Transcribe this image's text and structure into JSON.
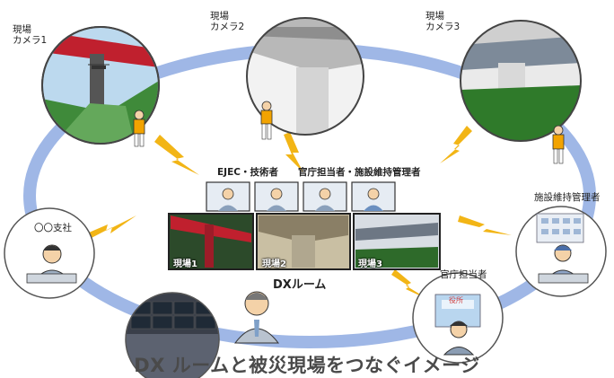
{
  "title": "DX ルームと被災現場をつなぐイメージ",
  "dx_room": {
    "label": "DXルーム",
    "participants_label_left": "EJEC・技術者",
    "participants_label_right": "官庁担当者・施設維持管理者",
    "screens": [
      "現場1",
      "現場2",
      "現場3"
    ]
  },
  "nodes": {
    "camera1": "現場\nカメラ1",
    "camera2": "現場\nカメラ2",
    "camera3": "現場\nカメラ3",
    "branch_office": "〇〇支社",
    "facility_manager": "施設維持管理者",
    "government_officer": "官庁担当者",
    "govt_building_sign": "役所"
  },
  "colors": {
    "ring": "#9fb7e6",
    "signal": "#f2b516",
    "frame": "#333333"
  }
}
